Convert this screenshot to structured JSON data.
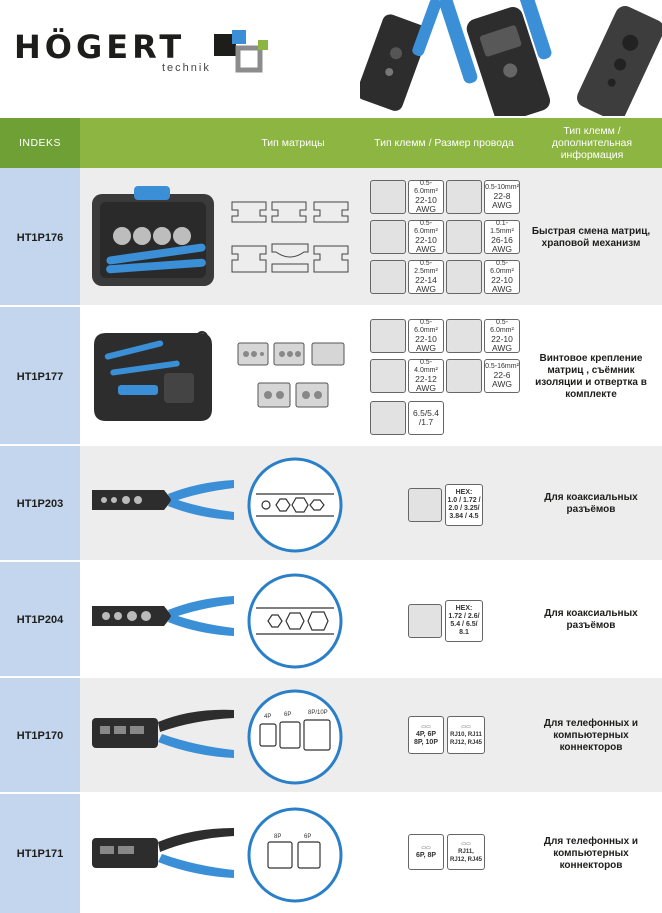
{
  "header": {
    "logo_word": "HÖGERT",
    "logo_sub": "technik"
  },
  "colors": {
    "green_header": "#8db542",
    "green_index_header": "#6fa036",
    "index_cell_blue": "#c3d6ed",
    "row_gray": "#ededed",
    "tool_blue": "#3a8fd6",
    "tool_dark": "#2d2d2d"
  },
  "table": {
    "headers": {
      "index": "INDEKS",
      "die_type": "Тип матрицы",
      "terminal_type": "Тип клемм / Размер провода",
      "info": "Тип клемм / дополнительная информация"
    },
    "rows": [
      {
        "index": "HT1P176",
        "description": "Быстрая смена матриц, храповой механизм",
        "specs": [
          {
            "l1": "0.5-6.0mm²",
            "l2": "22-10",
            "l3": "AWG"
          },
          {
            "l1": "0.5-10mm²",
            "l2": "22-8",
            "l3": "AWG"
          },
          {
            "l1": "0.5-6.0mm²",
            "l2": "22-10",
            "l3": "AWG"
          },
          {
            "l1": "0.1-1.5mm²",
            "l2": "26-16",
            "l3": "AWG"
          },
          {
            "l1": "0.5-2.5mm²",
            "l2": "22-14",
            "l3": "AWG"
          },
          {
            "l1": "0.5-6.0mm²",
            "l2": "22-10",
            "l3": "AWG"
          }
        ]
      },
      {
        "index": "HT1P177",
        "description": "Винтовое крепление матриц , съёмник изоляции и отвертка в комплекте",
        "specs": [
          {
            "l1": "0.5-6.0mm²",
            "l2": "22-10",
            "l3": "AWG"
          },
          {
            "l1": "0.5-6.0mm²",
            "l2": "22-10",
            "l3": "AWG"
          },
          {
            "l1": "0.5-4.0mm²",
            "l2": "22-12",
            "l3": "AWG"
          },
          {
            "l1": "0.5-16mm²",
            "l2": "22-6",
            "l3": "AWG"
          },
          {
            "l1": "6.5/5.4",
            "l2": "/1.7",
            "l3": ""
          }
        ]
      },
      {
        "index": "HT1P203",
        "description": "Для коаксиальных разъёмов",
        "spec": [
          "HEX:",
          "1.0 / 1.72 /",
          "2.0 / 3.25/",
          "3.84 / 4.5"
        ]
      },
      {
        "index": "HT1P204",
        "description": "Для коаксиальных разъёмов",
        "spec": [
          "HEX:",
          "1.72 / 2.6/",
          "5.4 / 6.5/",
          "8.1"
        ]
      },
      {
        "index": "HT1P170",
        "description": "Для телефонных и компьютерных коннекторов",
        "spec_a": [
          "4P, 6P",
          "8P, 10P"
        ],
        "spec_b": [
          "RJ10, RJ11",
          "RJ12, RJ45"
        ],
        "die_labels": [
          "4P",
          "6P",
          "8P/10P"
        ]
      },
      {
        "index": "HT1P171",
        "description": "Для телефонных и компьютерных коннекторов",
        "spec_a": [
          "6P, 8P"
        ],
        "spec_b": [
          "RJ11,",
          "RJ12, RJ45"
        ],
        "die_labels": [
          "8P",
          "6P"
        ]
      }
    ]
  }
}
